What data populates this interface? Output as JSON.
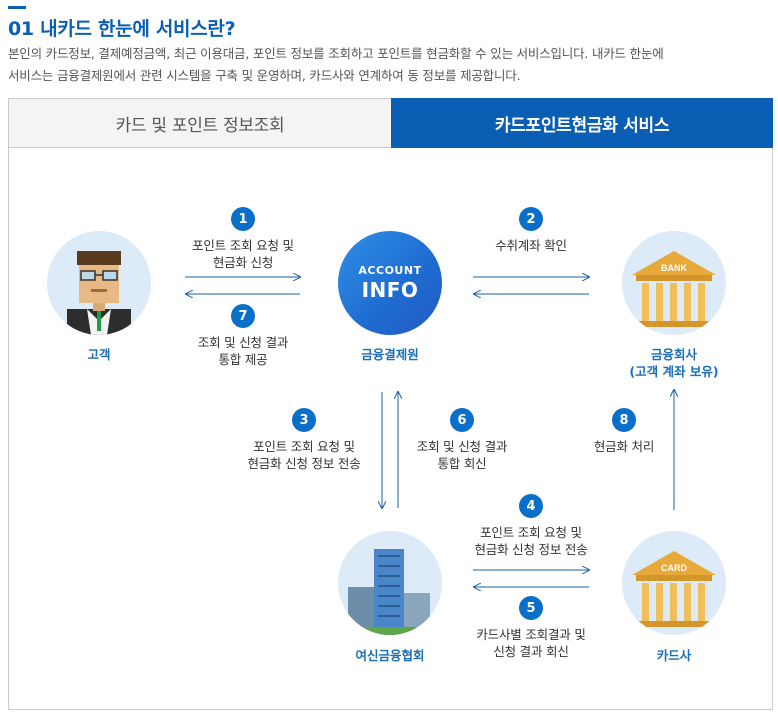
{
  "header": {
    "title": "01 내카드 한눈에 서비스란?",
    "description_line1": "본인의 카드정보, 결제예정금액, 최근 이용대금, 포인트 정보를 조회하고 포인트를 현금화할 수 있는 서비스입니다. 내카드 한눈에",
    "description_line2": "서비스는 금융결제원에서 관련 시스템을 구축 및 운영하며, 카드사와 연계하여 동 정보를 제공합니다."
  },
  "tabs": [
    {
      "label": "카드 및 포인트 정보조회",
      "active": false
    },
    {
      "label": "카드포인트현금화 서비스",
      "active": true
    }
  ],
  "nodes": {
    "customer": "고객",
    "kftc": "금융결제원",
    "kftc_logo_top": "ACCOUNT",
    "kftc_logo_bottom": "INFO",
    "bank_line1": "금융회사",
    "bank_line2": "(고객 계좌 보유)",
    "bank_sign": "BANK",
    "association": "여신금융협회",
    "card_company": "카드사",
    "card_sign": "CARD"
  },
  "steps": [
    {
      "num": "1",
      "text": "포인트 조회 요청 및\n현금화 신청"
    },
    {
      "num": "2",
      "text": "수취계좌 확인"
    },
    {
      "num": "3",
      "text": "포인트 조회 요청 및\n현금화 신청 정보 전송"
    },
    {
      "num": "4",
      "text": "포인트 조회 요청 및\n현금화 신청 정보 전송"
    },
    {
      "num": "5",
      "text": "카드사별 조회결과 및\n신청 결과 회신"
    },
    {
      "num": "6",
      "text": "조회 및 신청 결과\n통합 회신"
    },
    {
      "num": "7",
      "text": "조회 및 신청 결과\n통합 제공"
    },
    {
      "num": "8",
      "text": "현금화 처리"
    }
  ],
  "colors": {
    "accent": "#0a5fb4",
    "step_badge": "#0a6fc9",
    "node_bg": "#dcebf7",
    "arrow": "#1a5fa8",
    "bank_gold": "#e6a93a"
  }
}
